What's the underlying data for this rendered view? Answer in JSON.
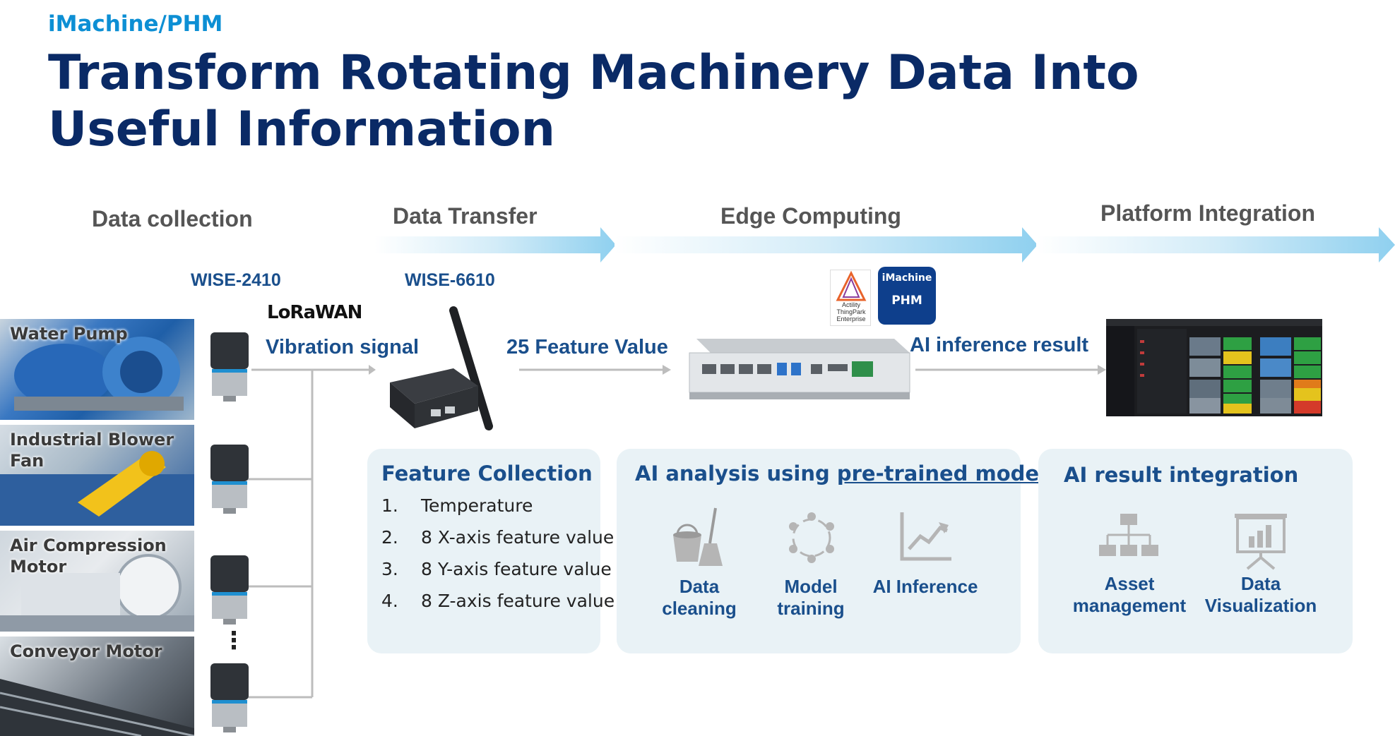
{
  "header": {
    "breadcrumb": "iMachine/PHM",
    "title": "Transform Rotating Machinery Data Into Useful Information"
  },
  "stages": {
    "data_collection": "Data collection",
    "data_transfer": "Data Transfer",
    "edge_computing": "Edge Computing",
    "platform_integration": "Platform Integration"
  },
  "devices": {
    "sensor_model": "WISE-2410",
    "gateway_model": "WISE-6610",
    "lorawan_logo": "LoRaWAN",
    "actility_logo": "Actility ThingPark Enterprise",
    "imachine_logo_line1": "iMachine",
    "imachine_logo_line2": "PHM"
  },
  "flow": {
    "vibration_signal": "Vibration signal",
    "feature_value": "25 Feature Value",
    "ai_result": "AI inference result"
  },
  "machines": [
    {
      "label": "Water Pump"
    },
    {
      "label": "Industrial Blower Fan"
    },
    {
      "label": "Air Compression Motor"
    },
    {
      "label": "Conveyor Motor"
    }
  ],
  "ellipsis": "⋮",
  "feature_collection": {
    "title": "Feature Collection",
    "items": [
      {
        "num": "1.",
        "text": "Temperature"
      },
      {
        "num": "2.",
        "text": "8 X-axis feature value"
      },
      {
        "num": "3.",
        "text": "8 Y-axis feature value"
      },
      {
        "num": "4.",
        "text": "8 Z-axis feature value"
      }
    ]
  },
  "ai_analysis": {
    "title_prefix": "AI analysis using ",
    "title_link": "pre-trained model",
    "items": [
      {
        "label": "Data cleaning",
        "icon": "broom-bucket-icon"
      },
      {
        "label": "Model training",
        "icon": "cycle-icon"
      },
      {
        "label": "AI Inference",
        "icon": "trend-chart-icon"
      }
    ]
  },
  "ai_result": {
    "title": "AI result integration",
    "items": [
      {
        "label": "Asset management",
        "icon": "hierarchy-icon"
      },
      {
        "label": "Data Visualization",
        "icon": "presentation-chart-icon"
      }
    ]
  },
  "colors": {
    "title_navy": "#0a2a66",
    "accent_blue": "#0d8fd4",
    "label_blue": "#1a4f8c",
    "panel_bg": "#e9f2f6",
    "stage_gray": "#555555"
  }
}
